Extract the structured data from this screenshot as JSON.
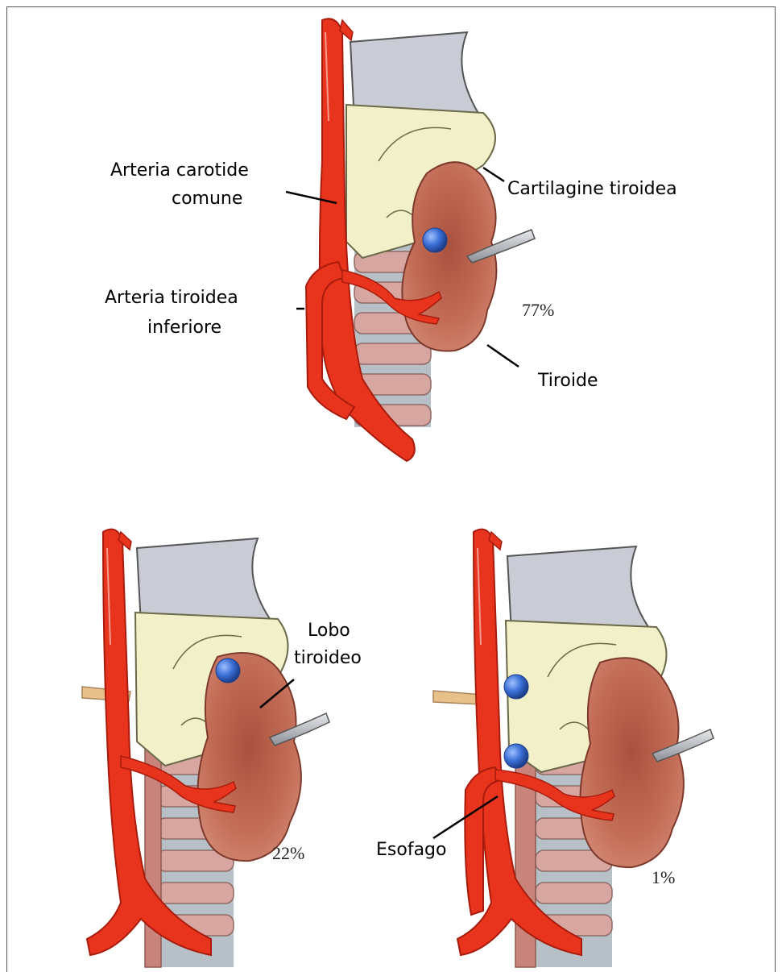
{
  "colors": {
    "artery": "#e8341c",
    "artery_dark": "#b8200f",
    "cartilage": "#f2f0c8",
    "cartilage_stroke": "#6a6a4a",
    "hyoid": "#c9ccd4",
    "thyroid": "#c86f5a",
    "thyroid_dark": "#9e4d3b",
    "trachea_ring": "#d8a6a0",
    "trachea_gap": "#b7c0c6",
    "nerve_ball": "#3b6fd6",
    "forceps": "#b9bcc2",
    "esophagus": "#e8c08a"
  },
  "icons": {
    "parathyroid": "blue-sphere-icon",
    "retractor": "forceps-icon"
  },
  "labels": {
    "carotid_line1": "Arteria carotide",
    "carotid_line2": "comune",
    "cartilage": "Cartilagine tiroidea",
    "inferior_artery_line1": "Arteria tiroidea",
    "inferior_artery_line2": "inferiore",
    "thyroid": "Tiroide",
    "lobe_line1": "Lobo",
    "lobe_line2": "tiroideo",
    "esophagus": "Esofago"
  },
  "percentages": {
    "top": "77%",
    "bottom_left": "22%",
    "bottom_right": "1%"
  }
}
